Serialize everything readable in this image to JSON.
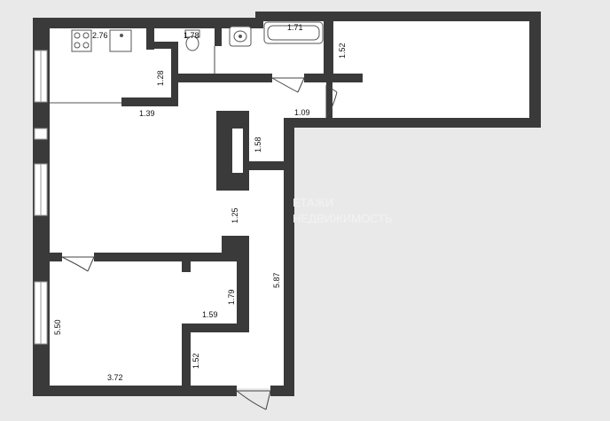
{
  "watermark": {
    "line1": "ЕТАЖИ",
    "line2": "НЕДВИЖИМОСТЬ"
  },
  "colors": {
    "wall": "#3a3a3a",
    "floor": "#ffffff",
    "background": "#e9e9e9",
    "window": "#ffffff"
  },
  "dimensions": {
    "kitchen_width": "2.76",
    "toilet_width": "1.78",
    "bath_width": "1.71",
    "balcony_depth": "1.52",
    "kitchen_wall": "1.28",
    "kitchen_opening": "1.39",
    "corridor_width": "1.09",
    "niche_length": "1.58",
    "hall_width": "1.25",
    "corridor_length": "5.87",
    "closet_depth": "1.79",
    "closet_width": "1.59",
    "room_length": "5.50",
    "room_width": "3.72",
    "entry_depth": "1.52"
  },
  "fixtures": {
    "stove": "stove-icon",
    "sink": "kitchen-sink-icon",
    "toilet": "toilet-icon",
    "washbasin": "washbasin-icon",
    "bathtub": "bathtub-icon"
  }
}
